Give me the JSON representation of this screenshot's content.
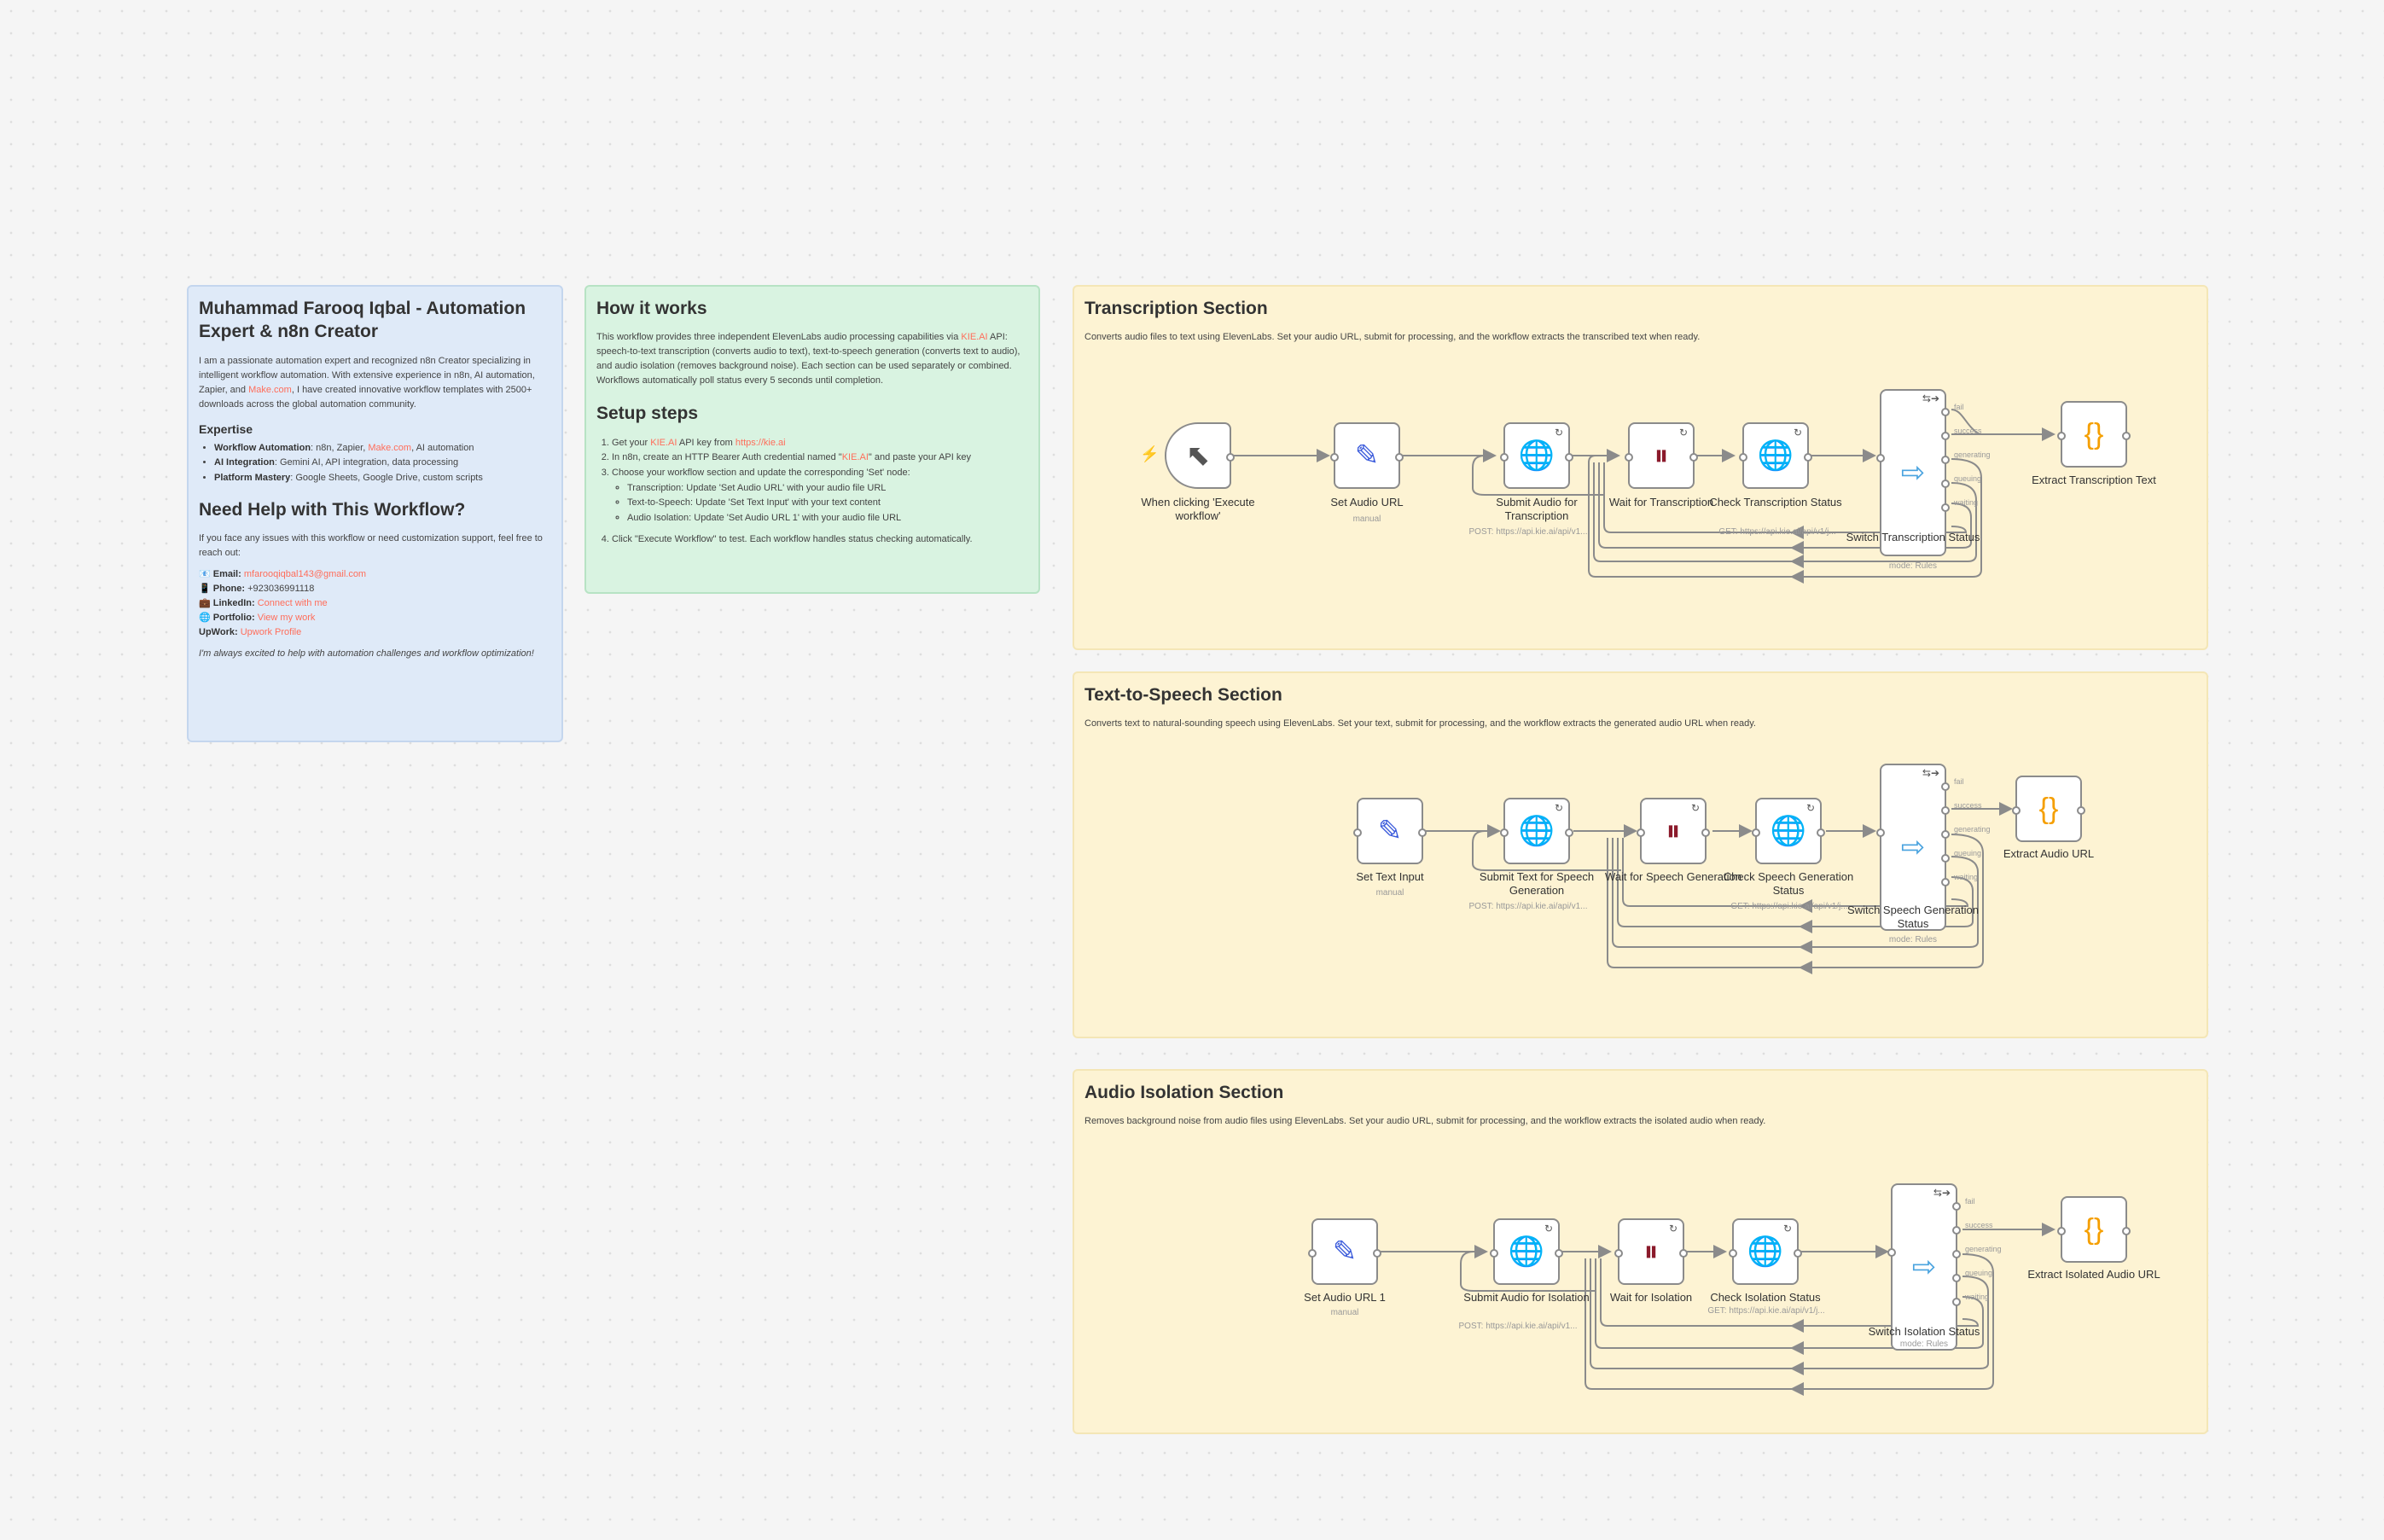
{
  "about": {
    "title": "Muhammad Farooq Iqbal - Automation Expert & n8n Creator",
    "intro_a": "I am a passionate automation expert and recognized n8n Creator specializing in intelligent workflow automation. With extensive experience in n8n, AI automation, Zapier, and ",
    "intro_link": "Make.com",
    "intro_b": ", I have created innovative workflow templates with 2500+ downloads across the global automation community.",
    "expertise_heading": "Expertise",
    "expertise": [
      {
        "label": "Workflow Automation",
        "text_a": ": n8n, Zapier, ",
        "link": "Make.com",
        "text_b": ", AI automation"
      },
      {
        "label": "AI Integration",
        "text_a": ": Gemini AI, API integration, data processing",
        "link": "",
        "text_b": ""
      },
      {
        "label": "Platform Mastery",
        "text_a": ": Google Sheets, Google Drive, custom scripts",
        "link": "",
        "text_b": ""
      }
    ],
    "help_heading": "Need Help with This Workflow?",
    "help_text": "If you face any issues with this workflow or need customization support, feel free to reach out:",
    "contacts": [
      {
        "icon": "📧",
        "label": "Email",
        "value": "mfarooqiqbal143@gmail.com",
        "link": true
      },
      {
        "icon": "📱",
        "label": "Phone",
        "value": "+923036991118",
        "link": false
      },
      {
        "icon": "💼",
        "label": "LinkedIn",
        "value": "Connect with me",
        "link": true
      },
      {
        "icon": "🌐",
        "label": "Portfolio",
        "value": "View my work",
        "link": true
      },
      {
        "icon": "",
        "label": "UpWork",
        "value": "Upwork Profile",
        "link": true
      }
    ],
    "closing": "I'm always excited to help with automation challenges and workflow optimization!"
  },
  "how": {
    "title": "How it works",
    "text_a": "This workflow provides three independent ElevenLabs audio processing capabilities via ",
    "text_link": "KIE.AI",
    "text_b": " API: speech-to-text transcription (converts audio to text), text-to-speech generation (converts text to audio), and audio isolation (removes background noise). Each section can be used separately or combined. Workflows automatically poll status every 5 seconds until completion.",
    "setup_heading": "Setup steps",
    "step1_a": "Get your ",
    "step1_link1": "KIE.AI",
    "step1_b": " API key from ",
    "step1_link2": "https://kie.ai",
    "step2_a": "In n8n, create an HTTP Bearer Auth credential named \"",
    "step2_link": "KIE.AI",
    "step2_b": "\" and paste your API key",
    "step3": "Choose your workflow section and update the corresponding 'Set' node:",
    "sub_steps": [
      "Transcription: Update 'Set Audio URL' with your audio file URL",
      "Text-to-Speech: Update 'Set Text Input' with your text content",
      "Audio Isolation: Update 'Set Audio URL 1' with your audio file URL"
    ],
    "step4": "Click \"Execute Workflow\" to test. Each workflow handles status checking automatically."
  },
  "sections": [
    {
      "title": "Transcription Section",
      "desc": "Converts audio files to text using ElevenLabs. Set your audio URL, submit for processing, and the workflow extracts the transcribed text when ready."
    },
    {
      "title": "Text-to-Speech Section",
      "desc": "Converts text to natural-sounding speech using ElevenLabs. Set your text, submit for processing, and the workflow extracts the generated audio URL when ready."
    },
    {
      "title": "Audio Isolation Section",
      "desc": "Removes background noise from audio files using ElevenLabs. Set your audio URL, submit for processing, and the workflow extracts the isolated audio when ready."
    }
  ],
  "switch_outputs": [
    "fail",
    "success",
    "generating",
    "queuing",
    "waiting"
  ],
  "nodes": {
    "t_trigger": {
      "label": "When clicking 'Execute workflow'",
      "sub": "",
      "icon": "cursor-icon"
    },
    "t_set": {
      "label": "Set Audio URL",
      "sub": "manual",
      "icon": "pencil-icon"
    },
    "t_submit": {
      "label": "Submit Audio for Transcription",
      "sub": "POST: https://api.kie.ai/api/v1...",
      "icon": "globe-icon"
    },
    "t_wait": {
      "label": "Wait for Transcription",
      "sub": "",
      "icon": "pause-icon"
    },
    "t_check": {
      "label": "Check Transcription Status",
      "sub": "GET: https://api.kie.ai/api/v1/j...",
      "icon": "globe-icon"
    },
    "t_switch": {
      "label": "Switch Transcription Status",
      "sub": "mode: Rules",
      "icon": "signpost-icon"
    },
    "t_extract": {
      "label": "Extract Transcription Text",
      "sub": "",
      "icon": "code-braces-icon"
    },
    "s_set": {
      "label": "Set Text Input",
      "sub": "manual",
      "icon": "pencil-icon"
    },
    "s_submit": {
      "label": "Submit Text for Speech Generation",
      "sub": "POST: https://api.kie.ai/api/v1...",
      "icon": "globe-icon"
    },
    "s_wait": {
      "label": "Wait for Speech Generation",
      "sub": "",
      "icon": "pause-icon"
    },
    "s_check": {
      "label": "Check Speech Generation Status",
      "sub": "GET: https://api.kie.ai/api/v1/j...",
      "icon": "globe-icon"
    },
    "s_switch": {
      "label": "Switch Speech Generation Status",
      "sub": "mode: Rules",
      "icon": "signpost-icon"
    },
    "s_extract": {
      "label": "Extract Audio URL",
      "sub": "",
      "icon": "code-braces-icon"
    },
    "i_set": {
      "label": "Set Audio URL 1",
      "sub": "manual",
      "icon": "pencil-icon"
    },
    "i_submit": {
      "label": "Submit Audio for Isolation",
      "sub": "POST: https://api.kie.ai/api/v1...",
      "icon": "globe-icon"
    },
    "i_wait": {
      "label": "Wait for Isolation",
      "sub": "",
      "icon": "pause-icon"
    },
    "i_check": {
      "label": "Check Isolation Status",
      "sub": "GET: https://api.kie.ai/api/v1/j...",
      "icon": "globe-icon"
    },
    "i_switch": {
      "label": "Switch Isolation Status",
      "sub": "mode: Rules",
      "icon": "signpost-icon"
    },
    "i_extract": {
      "label": "Extract Isolated Audio URL",
      "sub": "",
      "icon": "code-braces-icon"
    }
  },
  "colors": {
    "accent": "#ff6d5a",
    "http": "#3b5bdb",
    "wait": "#8b1a2b",
    "switch": "#4aa3df",
    "code": "#f59f00",
    "set": "#3b5bdb",
    "wire": "#8b8b8b"
  }
}
